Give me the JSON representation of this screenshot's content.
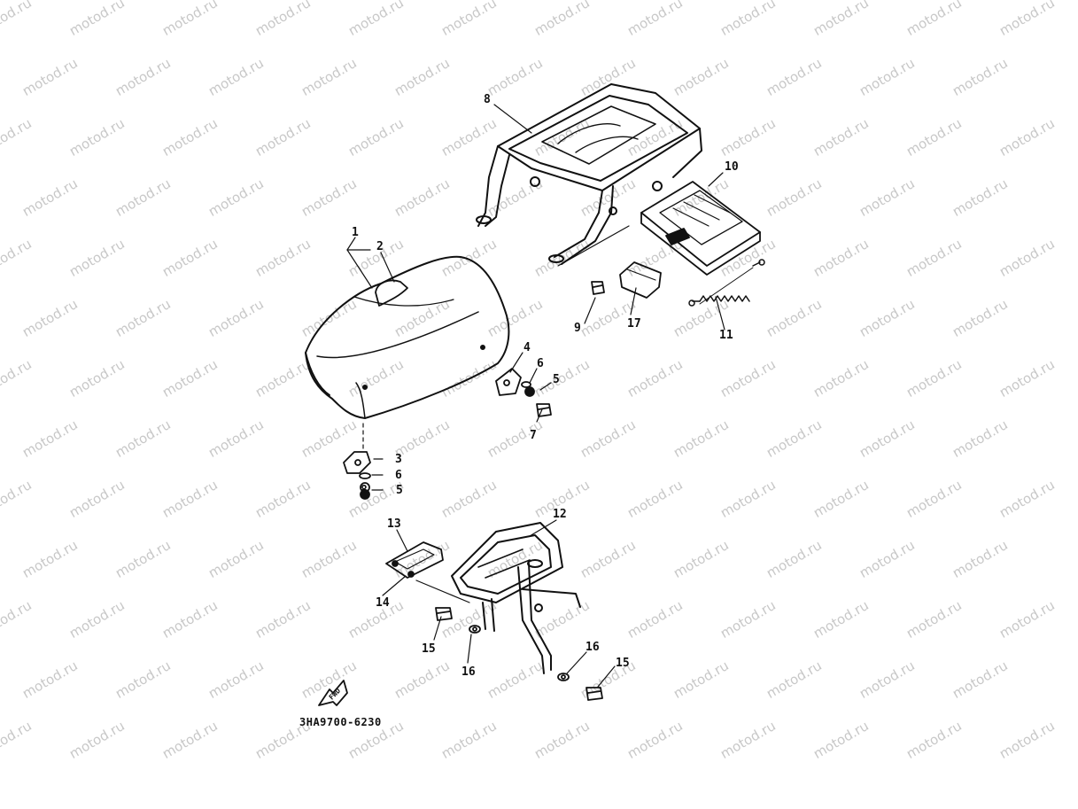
{
  "watermark": {
    "text": "motod.ru"
  },
  "diagram": {
    "part_code": "3HA9700-6230",
    "fwd_label": "FWD",
    "callouts": [
      {
        "id": "c1",
        "label": "1"
      },
      {
        "id": "c2",
        "label": "2"
      },
      {
        "id": "c3",
        "label": "3"
      },
      {
        "id": "c4",
        "label": "4"
      },
      {
        "id": "c5a",
        "label": "5"
      },
      {
        "id": "c5b",
        "label": "5"
      },
      {
        "id": "c6a",
        "label": "6"
      },
      {
        "id": "c6b",
        "label": "6"
      },
      {
        "id": "c7",
        "label": "7"
      },
      {
        "id": "c8a",
        "label": "8"
      },
      {
        "id": "c8b",
        "label": "8"
      },
      {
        "id": "c9",
        "label": "9"
      },
      {
        "id": "c10",
        "label": "10"
      },
      {
        "id": "c11",
        "label": "11"
      },
      {
        "id": "c12",
        "label": "12"
      },
      {
        "id": "c13",
        "label": "13"
      },
      {
        "id": "c14",
        "label": "14"
      },
      {
        "id": "c15a",
        "label": "15"
      },
      {
        "id": "c15b",
        "label": "15"
      },
      {
        "id": "c16a",
        "label": "16"
      },
      {
        "id": "c16b",
        "label": "16"
      },
      {
        "id": "c17",
        "label": "17"
      }
    ]
  }
}
